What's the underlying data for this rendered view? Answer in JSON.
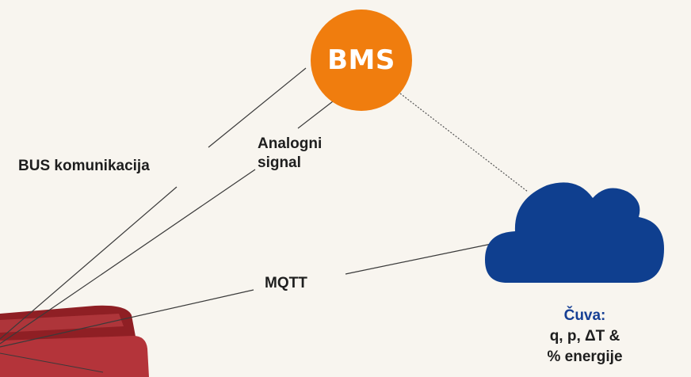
{
  "colors": {
    "bms_circle": "#f07d0e",
    "cloud": "#0f3f8f",
    "cloud_title": "#163f94",
    "device_body": "#a52a2a",
    "text": "#1e1e1e"
  },
  "diagram": {
    "bms_label": "BMS",
    "connections": {
      "bus": "BUS komunikacija",
      "analog_line1": "Analogni",
      "analog_line2": "signal",
      "mqtt": "MQTT"
    },
    "cloud": {
      "title": "Čuva:",
      "line1": "q, p, ΔT &",
      "line2": "% energije"
    },
    "icons": {
      "bms": "bms-circle",
      "cloud": "cloud-icon",
      "device": "device-icon"
    }
  }
}
